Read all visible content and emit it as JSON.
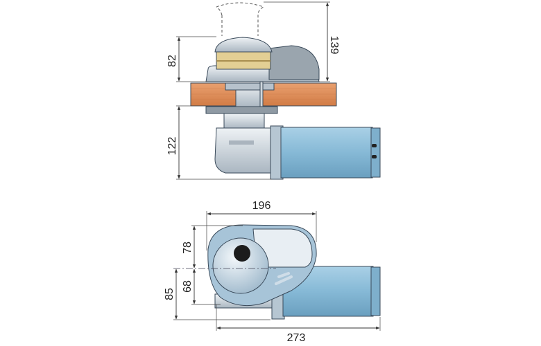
{
  "dimensions": {
    "side_view": {
      "total_height_above_deck": "139",
      "deck_height": "82",
      "below_deck_height": "122"
    },
    "top_view": {
      "hood_length": "196",
      "front_to_center": "78",
      "center_to_back_body": "68",
      "center_to_back_motor": "85",
      "overall_length": "273"
    }
  },
  "colors": {
    "wood": "#de8a55",
    "motor": "#86b9d6",
    "metal": "#c9d3dc",
    "gypsy": "#e3cf94"
  }
}
